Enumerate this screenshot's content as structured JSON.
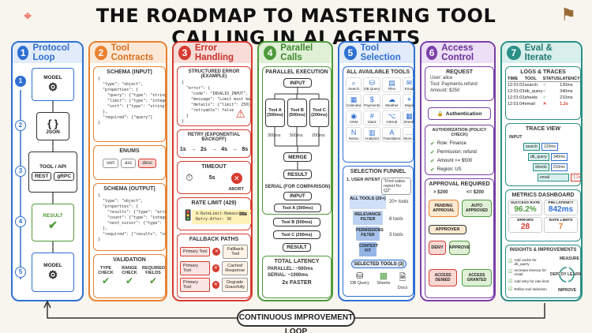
{
  "title": "THE ROADMAP TO MASTERING TOOL CALLING IN AI AGENTS",
  "footer": "CONTINUOUS IMPROVEMENT LOOP",
  "colors": {
    "blue": "#2f6fd1",
    "orange": "#e9812f",
    "red": "#d63b2f",
    "green": "#4f9a3c",
    "purple": "#7a3fa8",
    "teal": "#2a8f86"
  },
  "s1": {
    "num": "1",
    "title": "Protocol Loop",
    "model": "MODEL",
    "json": "JSON",
    "tool": "TOOL / API",
    "rest": "REST",
    "grpc": "gRPC",
    "result": "RESULT",
    "model2": "MODEL",
    "steps": [
      "1",
      "2",
      "3",
      "4",
      "5"
    ]
  },
  "s2": {
    "num": "2",
    "title": "Tool Contracts",
    "schema_in": "SCHEMA (INPUT)",
    "code_in": "{\n  \"type\": \"object\",\n  \"properties\": {\n    \"query\": {\"type\": \"string\"},\n    \"limit\": {\"type\": \"integer\"},\n    \"sort\": {\"type\": \"string\"}\n  },\n  \"required\": [\"query\"]\n}",
    "enums": "ENUMS",
    "enum_vals": [
      "sort",
      "asc",
      "desc"
    ],
    "schema_out": "SCHEMA (OUTPUT)",
    "code_out": "{\n  \"type\": \"object\",\n  \"properties\": {\n    \"results\": {\"type\": \"array\"},\n    \"count\": {\"type\": \"integer\"},\n    \"next_cursor\": {\"type\": \"string\"}\n  },\n  \"required\": [\"results\", \"count\"]\n}",
    "validation": "VALIDATION",
    "checks": [
      "TYPE CHECK",
      "RANGE CHECK",
      "REQUIRED FIELDS"
    ]
  },
  "s3": {
    "num": "3",
    "title": "Error Handling",
    "structured": "STRUCTURED ERROR (EXAMPLE)",
    "code_err": "{\n  \"error\": {\n    \"code\": \"INVALID_INPUT\",\n    \"message\": \"Limit must be <= 100\",\n    \"details\": {\"limit\": 250},\n    \"retryable\": false\n  }\n}",
    "retry": "RETRY (EXPONENTIAL BACKOFF)",
    "backoff": [
      "1s",
      "2s",
      "4s",
      "8s"
    ],
    "timeout": "TIMEOUT",
    "timeout_val": "5s",
    "abort": "ABORT",
    "rate": "RATE LIMIT (429)",
    "rate_txt": "X-RateLimit-Remaining: 0\nRetry-After: 30",
    "rate_val": "30s",
    "fallback": "FALLBACK PATHS",
    "primary": "Primary Tool",
    "fb": [
      "Fallback Tool",
      "Cached Response",
      "Degrade Gracefully"
    ]
  },
  "s4": {
    "num": "4",
    "title": "Parallel Calls",
    "par_exec": "PARALLEL EXECUTION",
    "input": "INPUT",
    "tools": [
      "Tool A (300ms)",
      "Tool B (500ms)",
      "Tool C (200ms)"
    ],
    "times": [
      "300ms",
      "500ms",
      "200ms"
    ],
    "merge": "MERGE",
    "result": "RESULT",
    "serial": "SERIAL (FOR COMPARISON)",
    "stools": [
      "Tool A (300ms)",
      "Tool B (500ms)",
      "Tool C (200ms)"
    ],
    "total": "TOTAL LATENCY",
    "par_lat": "PARALLEL: ~500ms",
    "ser_lat": "SERIAL: ~1000ms",
    "faster": "2x FASTER"
  },
  "s5": {
    "num": "5",
    "title": "Tool Selection",
    "all": "ALL AVAILABLE TOOLS",
    "grid": [
      "Search",
      "DB Query",
      "Files",
      "Email",
      "Calendar",
      "Payments",
      "Weather",
      "Maps",
      "CRM",
      "Slack",
      "GitHub",
      "Sheets",
      "Notion",
      "Analytics",
      "Translation",
      "More..."
    ],
    "funnel": "SELECTION FUNNEL",
    "intent": "1. USER INTENT",
    "quote": "\"Find sales report for Q2\"",
    "stages": [
      "ALL TOOLS (20+)",
      "RELEVANCE FILTER",
      "PERMISSIONS FILTER",
      "CONTEXT FIT"
    ],
    "counts": [
      "20+ tools",
      "8 tools",
      "3 tools"
    ],
    "selected": "SELECTED TOOLS (3)",
    "sel": [
      "DB Query",
      "Sheets",
      "Docs"
    ]
  },
  "s6": {
    "num": "6",
    "title": "Access Control",
    "request": "REQUEST",
    "user": "User: alice",
    "tool": "Tool: Payments.refund",
    "amount": "Amount: $250",
    "auth": "Authentication",
    "authz": "AUTHORIZATION (POLICY CHECK)",
    "checks": [
      "Role: Finance",
      "Permission: refund",
      "Amount <= $500",
      "Region: US"
    ],
    "approval": "APPROVAL REQUIRED",
    "gt": "> $200",
    "le": "<= $200",
    "pending": "PENDING APPROVAL",
    "auto": "AUTO APPROVED",
    "approver": "APPROVER",
    "deny": "DENY",
    "approve": "APPROVE",
    "denied": "ACCESS DENIED",
    "granted": "ACCESS GRANTED"
  },
  "s7": {
    "num": "7",
    "title": "Eval & Iterate",
    "logs": "LOGS & TRACES",
    "cols": [
      "TIME",
      "TOOL",
      "STATUS",
      "LATENCY"
    ],
    "rows": [
      [
        "12:01:02",
        "search",
        "✓",
        "120ms"
      ],
      [
        "12:01:03",
        "db_query",
        "✓",
        "340ms"
      ],
      [
        "12:01:03",
        "sheets",
        "✓",
        "210ms"
      ],
      [
        "12:01:04",
        "email",
        "✕",
        "1.2s"
      ]
    ],
    "trace": "TRACE VIEW",
    "trace_input": "INPUT",
    "trace_items": [
      [
        "search",
        "120ms"
      ],
      [
        "db_query",
        "340ms"
      ],
      [
        "sheets",
        "210ms"
      ],
      [
        "email",
        "1.2s"
      ]
    ],
    "metrics": "METRICS DASHBOARD",
    "m": [
      [
        "SUCCESS RATE",
        "96.2%"
      ],
      [
        "P95 LATENCY",
        "842ms"
      ],
      [
        "ERRORS",
        "28"
      ],
      [
        "RATE LIMITS",
        "7"
      ]
    ],
    "insights": "INSIGHTS & IMPROVEMENTS",
    "ins": [
      "Add cache for db_query",
      "Increase timeout for email",
      "Add retry for rate limit",
      "Refine tool selection"
    ],
    "cycle": [
      "MEASURE",
      "LEARN",
      "IMPROVE",
      "DEPLOY"
    ]
  }
}
